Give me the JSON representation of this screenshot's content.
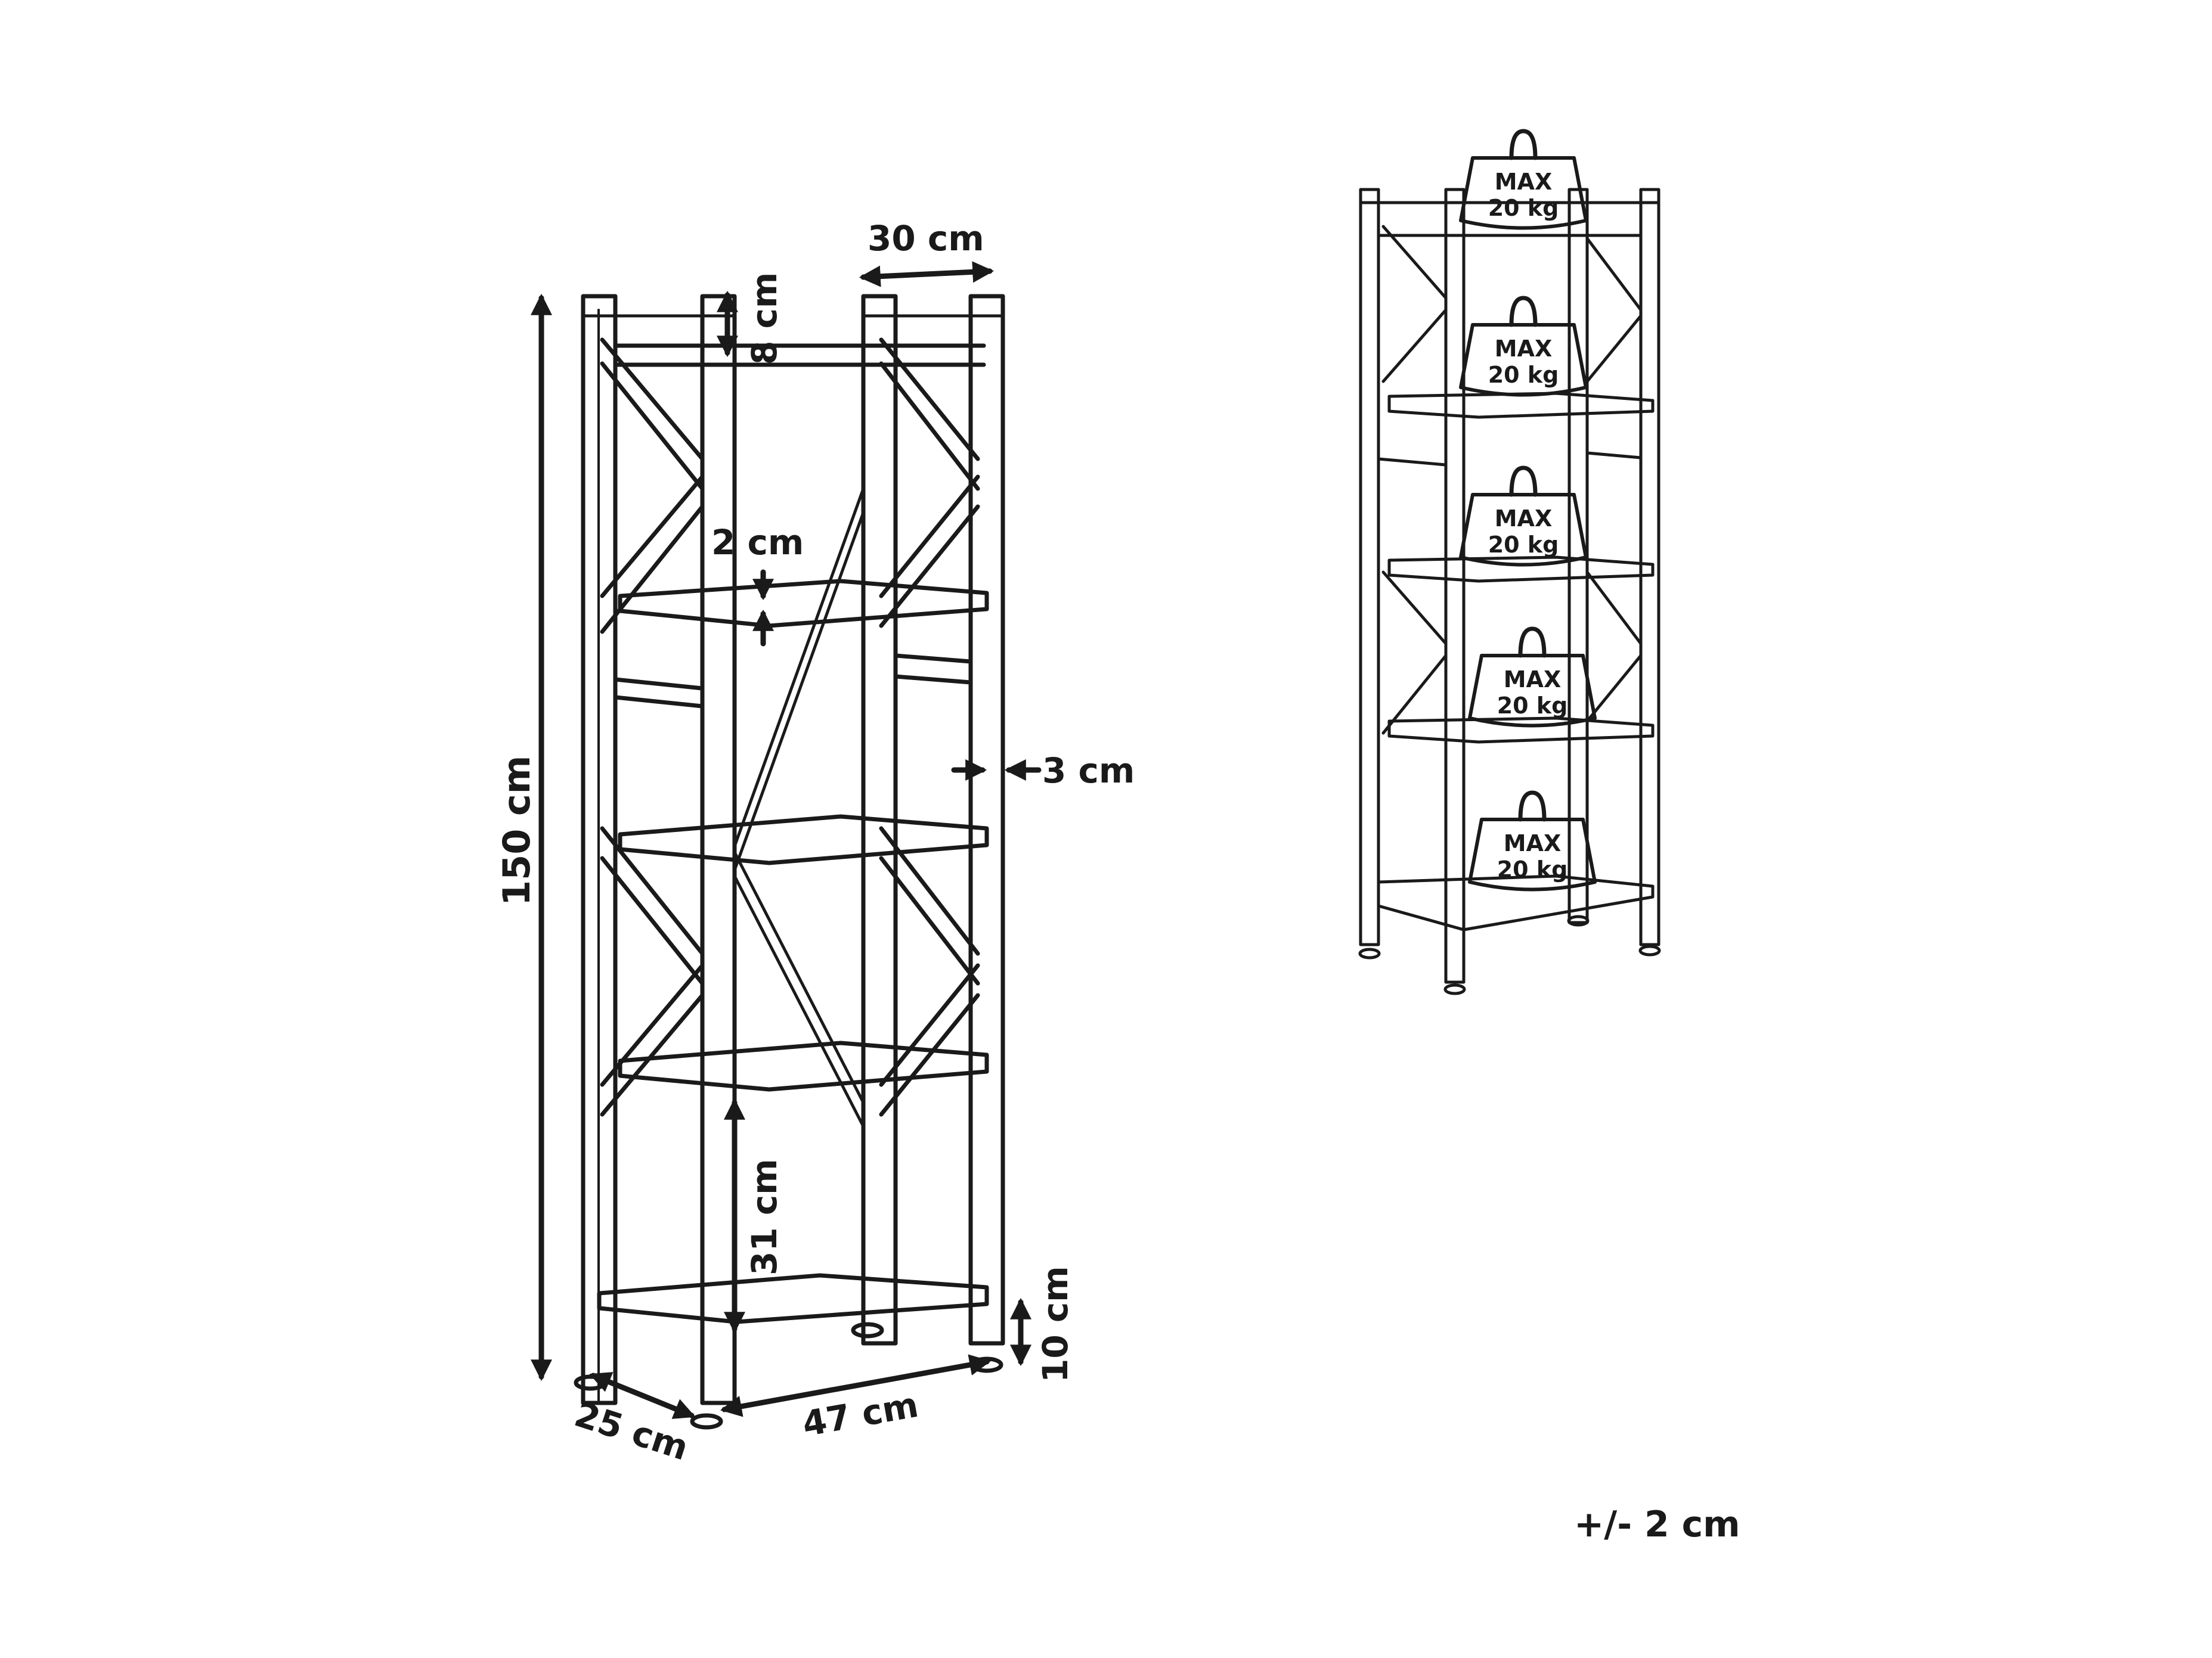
{
  "dimensions": {
    "width": "30 cm",
    "top_gap": "8 cm",
    "shelf_thickness": "2 cm",
    "frame_thickness": "3 cm",
    "height": "150 cm",
    "shelf_spacing": "31 cm",
    "foot_height": "10 cm",
    "depth": "25 cm",
    "length": "47 cm"
  },
  "weights": [
    {
      "line1": "MAX",
      "line2": "20 kg"
    },
    {
      "line1": "MAX",
      "line2": "20 kg"
    },
    {
      "line1": "MAX",
      "line2": "20 kg"
    },
    {
      "line1": "MAX",
      "line2": "20 kg"
    },
    {
      "line1": "MAX",
      "line2": "20 kg"
    }
  ],
  "tolerance": "+/- 2 cm",
  "colors": {
    "ink": "#1a1a1a",
    "background": "#ffffff"
  }
}
